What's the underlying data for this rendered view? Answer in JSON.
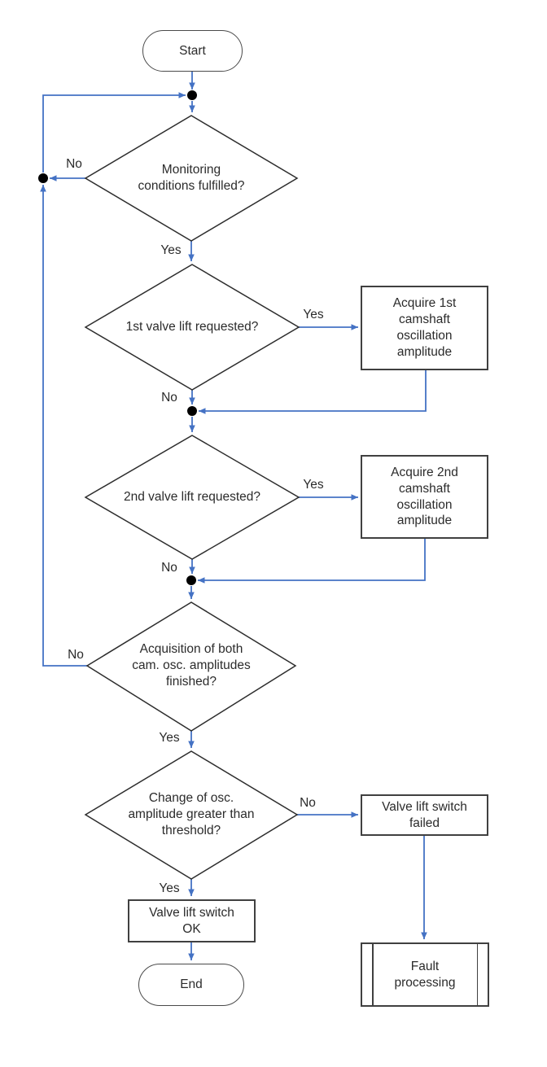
{
  "colors": {
    "connector": "#4472c4",
    "shape-border": "#404040",
    "diamond-border": "#2d2d2d",
    "text": "#2b2b2b",
    "junction-dot": "#000000"
  },
  "nodes": {
    "start": {
      "type": "terminator",
      "label": "Start"
    },
    "monitoring": {
      "type": "decision",
      "label": "Monitoring\nconditions fulfilled?"
    },
    "first_valve": {
      "type": "decision",
      "label": "1st valve lift requested?"
    },
    "acquire_1st": {
      "type": "process",
      "label": "Acquire 1st\ncamshaft\noscillation\namplitude"
    },
    "second_valve": {
      "type": "decision",
      "label": "2nd valve lift requested?"
    },
    "acquire_2nd": {
      "type": "process",
      "label": "Acquire 2nd\ncamshaft\noscillation\namplitude"
    },
    "acquisition_finished": {
      "type": "decision",
      "label": "Acquisition of both\ncam. osc. amplitudes\nfinished?"
    },
    "change_threshold": {
      "type": "decision",
      "label": "Change of osc.\namplitude greater than\nthreshold?"
    },
    "switch_failed": {
      "type": "process",
      "label": "Valve lift switch\nfailed"
    },
    "switch_ok": {
      "type": "process",
      "label": "Valve lift switch\nOK"
    },
    "fault_processing": {
      "type": "predefined_process",
      "label": "Fault\nprocessing"
    },
    "end": {
      "type": "terminator",
      "label": "End"
    }
  },
  "edges": [
    {
      "from": "monitoring",
      "to": "loop_junction",
      "label": "No"
    },
    {
      "from": "monitoring",
      "to": "first_valve",
      "label": "Yes"
    },
    {
      "from": "first_valve",
      "to": "acquire_1st",
      "label": "Yes"
    },
    {
      "from": "first_valve",
      "to": "junction_1",
      "label": "No"
    },
    {
      "from": "second_valve",
      "to": "acquire_2nd",
      "label": "Yes"
    },
    {
      "from": "second_valve",
      "to": "junction_2",
      "label": "No"
    },
    {
      "from": "acquisition_finished",
      "to": "loop_junction",
      "label": "No"
    },
    {
      "from": "acquisition_finished",
      "to": "change_threshold",
      "label": "Yes"
    },
    {
      "from": "change_threshold",
      "to": "switch_failed",
      "label": "No"
    },
    {
      "from": "change_threshold",
      "to": "switch_ok",
      "label": "Yes"
    },
    {
      "from": "start",
      "to": "start_junction",
      "label": ""
    },
    {
      "from": "start_junction",
      "to": "monitoring",
      "label": ""
    },
    {
      "from": "acquire_1st",
      "to": "junction_1",
      "label": ""
    },
    {
      "from": "junction_1",
      "to": "second_valve",
      "label": ""
    },
    {
      "from": "acquire_2nd",
      "to": "junction_2",
      "label": ""
    },
    {
      "from": "junction_2",
      "to": "acquisition_finished",
      "label": ""
    },
    {
      "from": "loop_junction",
      "to": "start_junction",
      "label": ""
    },
    {
      "from": "switch_ok",
      "to": "end",
      "label": ""
    },
    {
      "from": "switch_failed",
      "to": "fault_processing",
      "label": ""
    }
  ]
}
